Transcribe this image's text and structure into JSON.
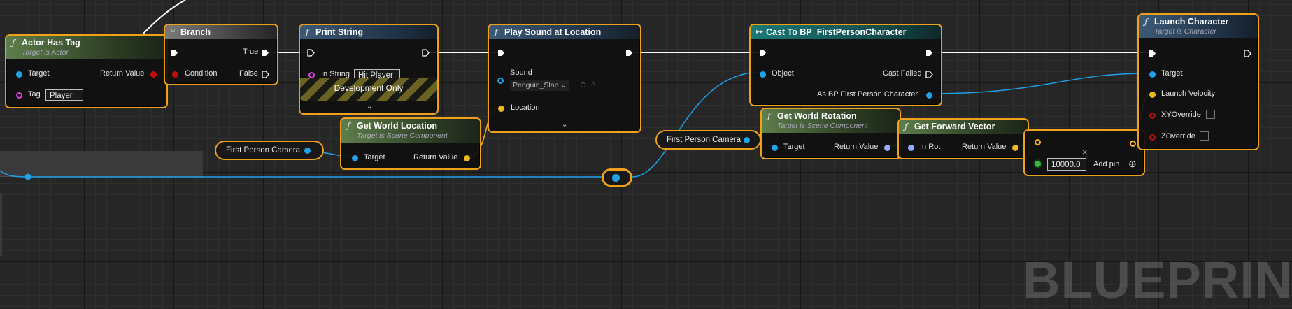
{
  "watermark": "BLUEPRINT",
  "nodes": {
    "actor_has_tag": {
      "title": "Actor Has Tag",
      "subtitle": "Target is Actor",
      "target": "Target",
      "return_value": "Return Value",
      "tag": "Tag",
      "tag_value": "Player"
    },
    "branch": {
      "title": "Branch",
      "true": "True",
      "condition": "Condition",
      "false": "False"
    },
    "print_string": {
      "title": "Print String",
      "in_string": "In String",
      "in_string_value": "Hit Player",
      "dev_only": "Development Only"
    },
    "get_world_location": {
      "title": "Get World Location",
      "subtitle": "Target is Scene Component",
      "target": "Target",
      "return_value": "Return Value"
    },
    "play_sound": {
      "title": "Play Sound at Location",
      "sound": "Sound",
      "sound_value": "Penguin_Slap",
      "location": "Location"
    },
    "cast": {
      "title": "Cast To BP_FirstPersonCharacter",
      "object": "Object",
      "cast_failed": "Cast Failed",
      "as_bp": "As BP First Person Character"
    },
    "get_world_rotation": {
      "title": "Get World Rotation",
      "subtitle": "Target is Scene Component",
      "target": "Target",
      "return_value": "Return Value"
    },
    "get_forward_vector": {
      "title": "Get Forward Vector",
      "in_rot": "In Rot",
      "return_value": "Return Value"
    },
    "multiply": {
      "value": "10000.0",
      "add_pin": "Add pin"
    },
    "launch": {
      "title": "Launch Character",
      "subtitle": "Target is Character",
      "target": "Target",
      "launch_velocity": "Launch Velocity",
      "xy_override": "XYOverride",
      "z_override": "ZOverride"
    },
    "camera_var_1": {
      "label": "First Person Camera"
    },
    "camera_var_2": {
      "label": "First Person Camera"
    }
  },
  "colors": {
    "selection": "#f0a11a",
    "exec_wire": "#ffffff",
    "object_wire": "#1fa1e8",
    "vector_pin": "#f0b81e",
    "rotator_pin": "#9aa8ff",
    "bool_pin": "#c00e0e",
    "string_pin": "#e040e0"
  }
}
